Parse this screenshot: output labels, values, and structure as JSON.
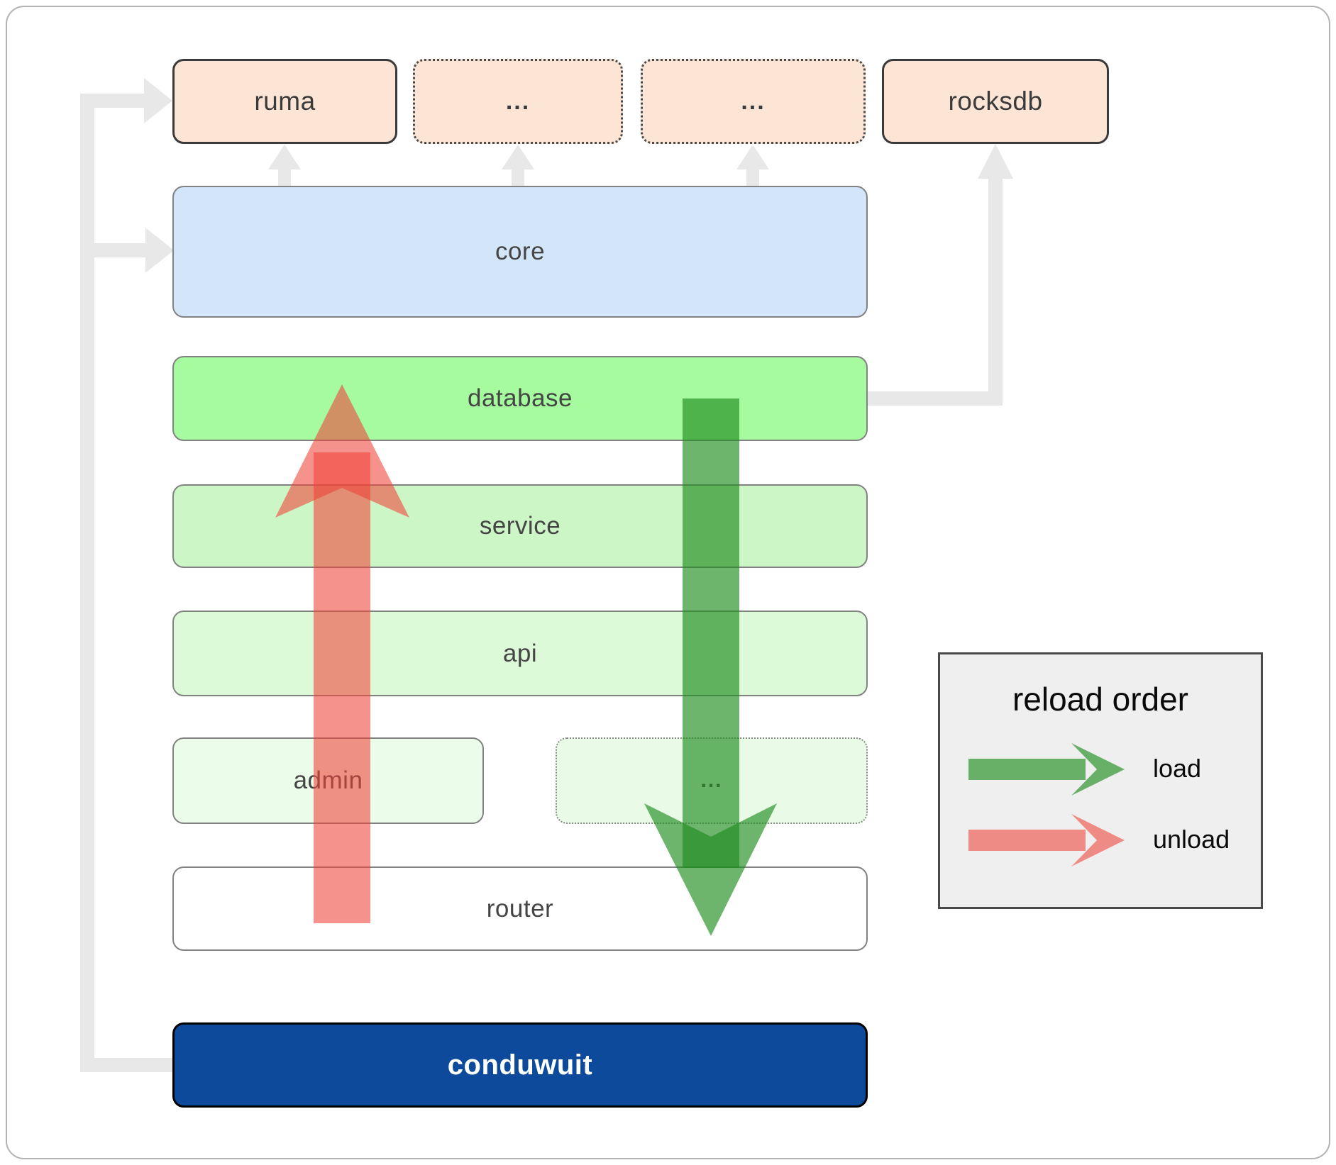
{
  "diagram": {
    "top_row": [
      {
        "label": "ruma",
        "border": "solid"
      },
      {
        "label": "...",
        "border": "dotted"
      },
      {
        "label": "...",
        "border": "dotted"
      },
      {
        "label": "rocksdb",
        "border": "solid"
      }
    ],
    "layers": [
      {
        "label": "core",
        "color": "#d3e6f9"
      },
      {
        "label": "database",
        "color": "#a5fb9d"
      },
      {
        "label": "service",
        "color": "#cdf6c7"
      },
      {
        "label": "api",
        "color": "#ddfad8"
      }
    ],
    "admin_row": [
      {
        "label": "admin",
        "border": "solid",
        "color": "#ecfcea"
      },
      {
        "label": "...",
        "border": "dotted",
        "color": "#e9fbe7"
      }
    ],
    "router": {
      "label": "router",
      "color": "#ffffff"
    },
    "conduwuit": {
      "label": "conduwuit",
      "color": "#0d4a9b"
    }
  },
  "arrows": {
    "load_color": "#1f8c1f",
    "unload_color": "#ef4438",
    "connector_color": "#e8e8e8"
  },
  "legend": {
    "title": "reload order",
    "items": [
      {
        "label": "load",
        "color": "#1f8c1f"
      },
      {
        "label": "unload",
        "color": "#ef4438"
      }
    ]
  }
}
